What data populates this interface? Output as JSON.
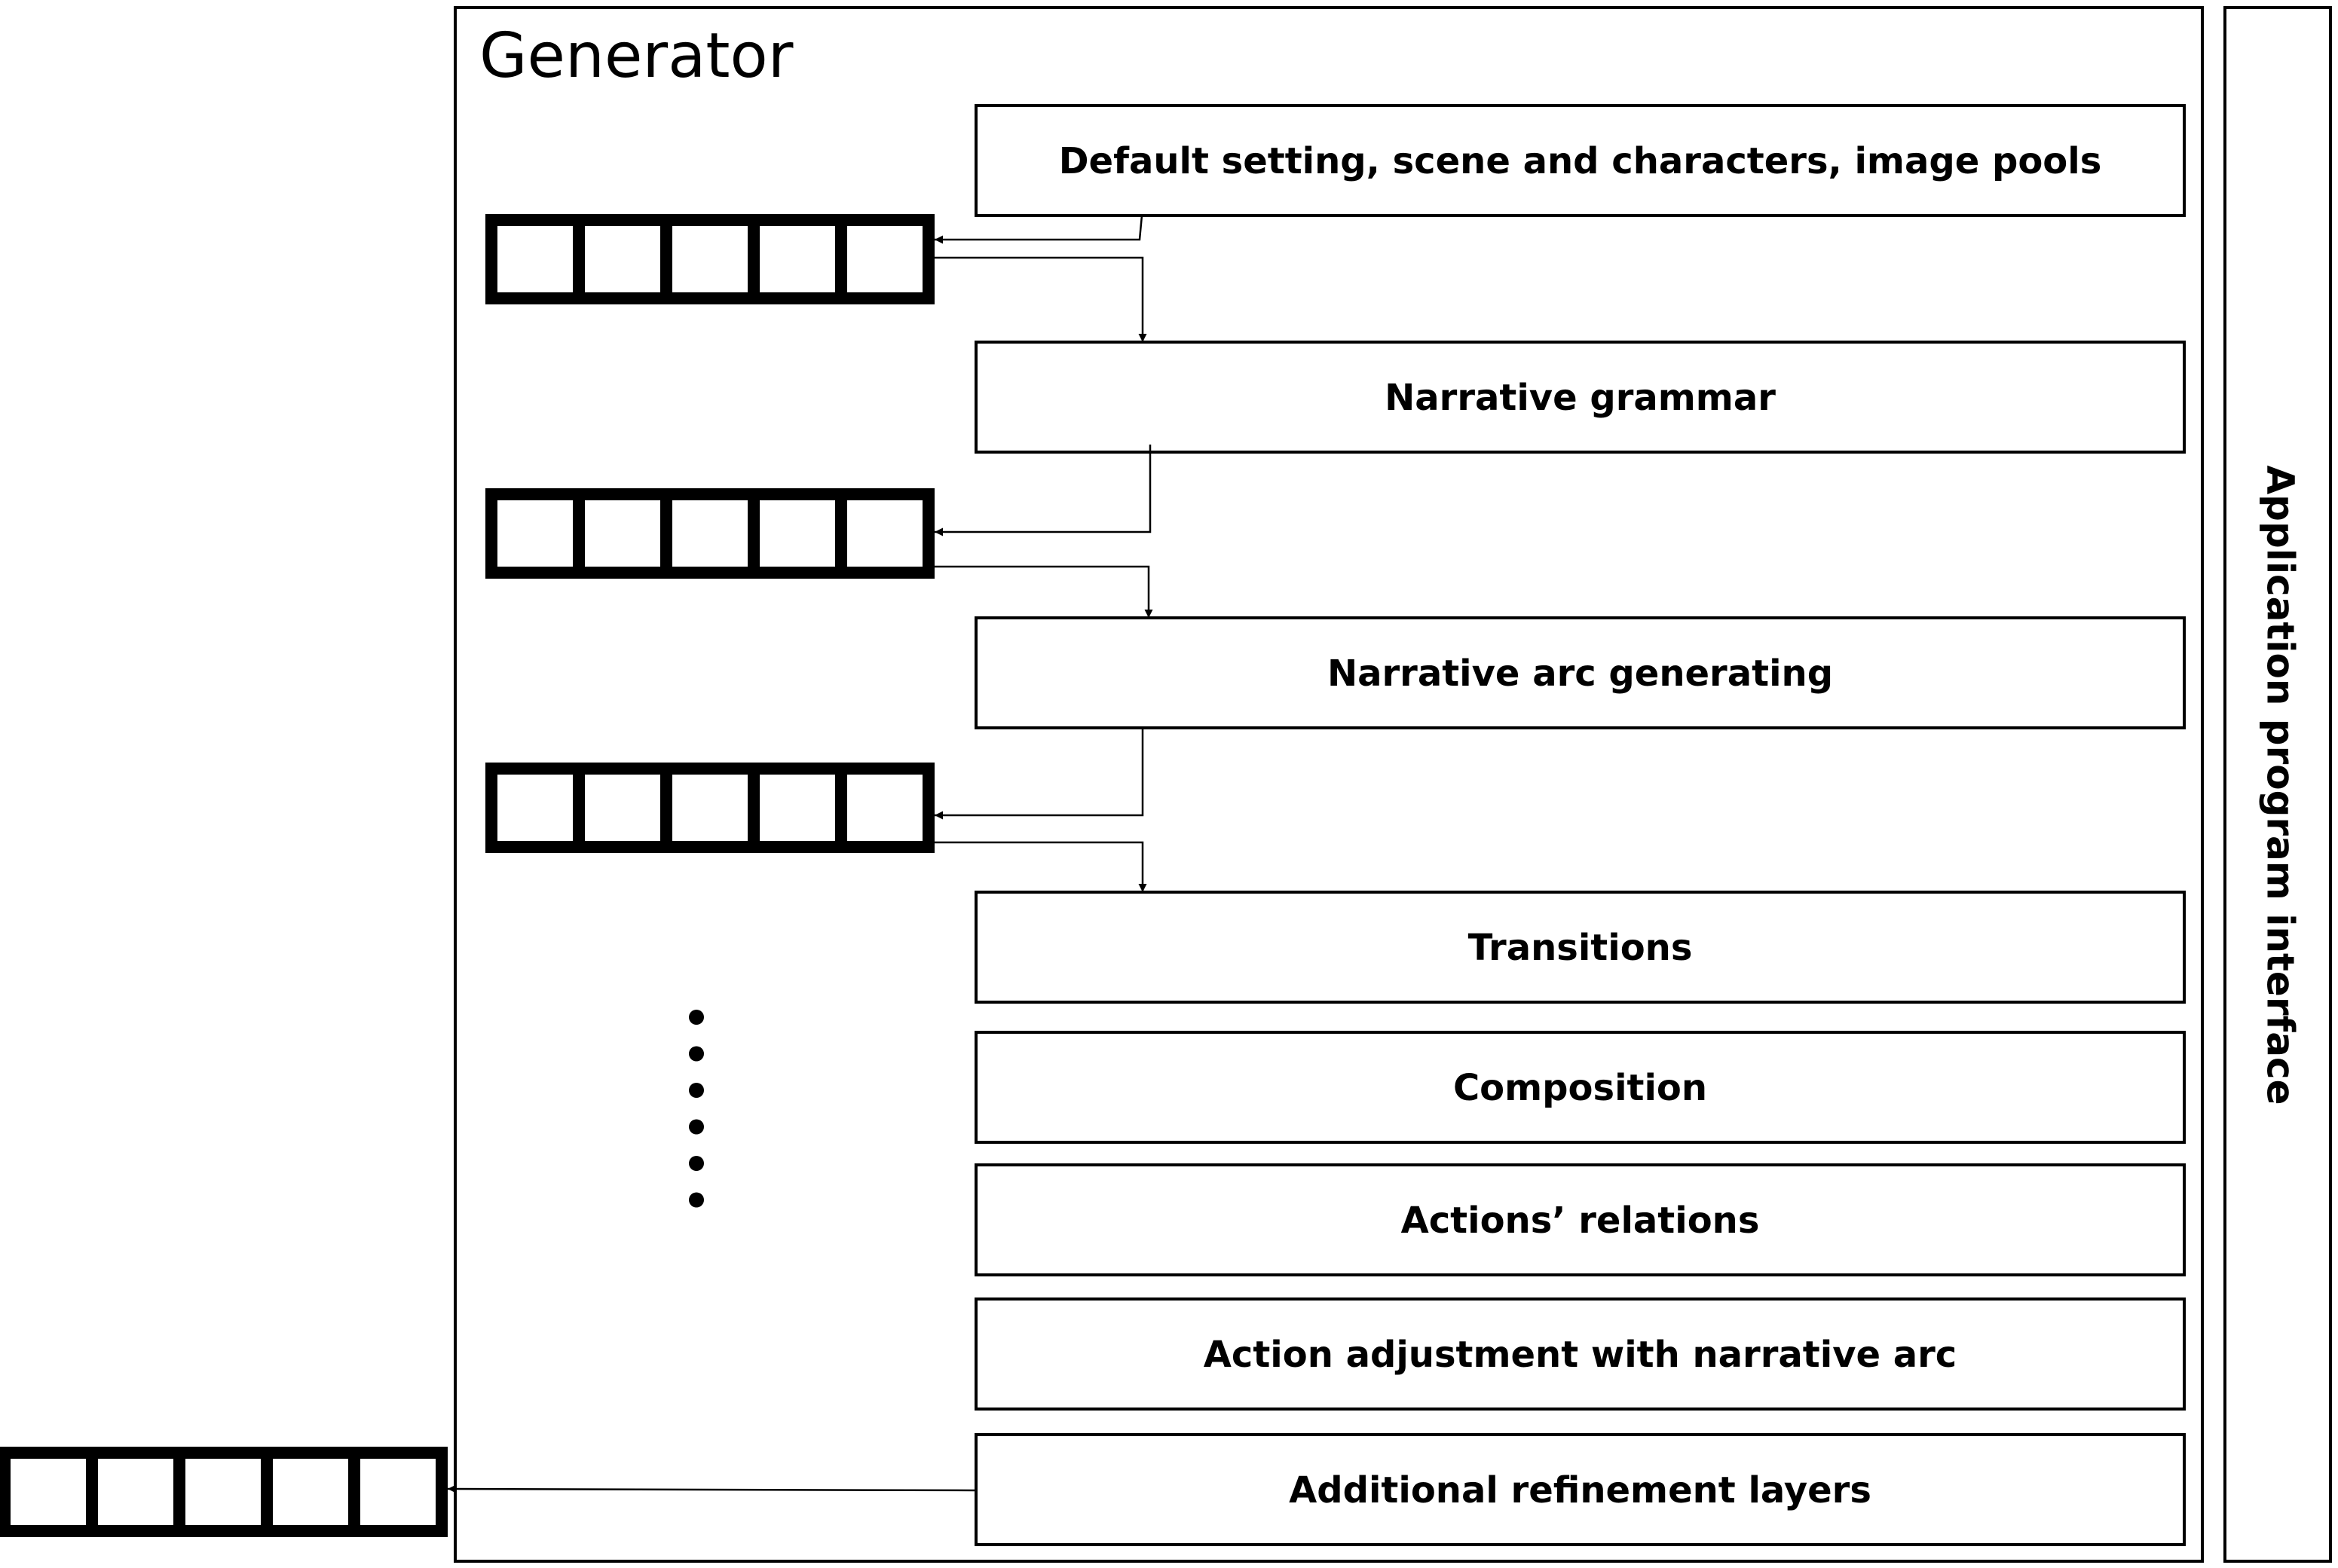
{
  "generator": {
    "title": "Generator"
  },
  "api": {
    "label": "Application program interface"
  },
  "layers": [
    {
      "id": "default-setting",
      "label": "Default setting, scene and characters, image pools"
    },
    {
      "id": "narrative-grammar",
      "label": "Narrative grammar"
    },
    {
      "id": "narrative-arc",
      "label": "Narrative arc generating"
    },
    {
      "id": "transitions",
      "label": "Transitions"
    },
    {
      "id": "composition",
      "label": "Composition"
    },
    {
      "id": "actions-relations",
      "label": "Actions’ relations"
    },
    {
      "id": "action-adjustment",
      "label": "Action adjustment with narrative arc"
    },
    {
      "id": "additional-refinement",
      "label": "Additional refinement layers"
    }
  ],
  "sequence_cells": 5,
  "ellipsis_dots": 6
}
